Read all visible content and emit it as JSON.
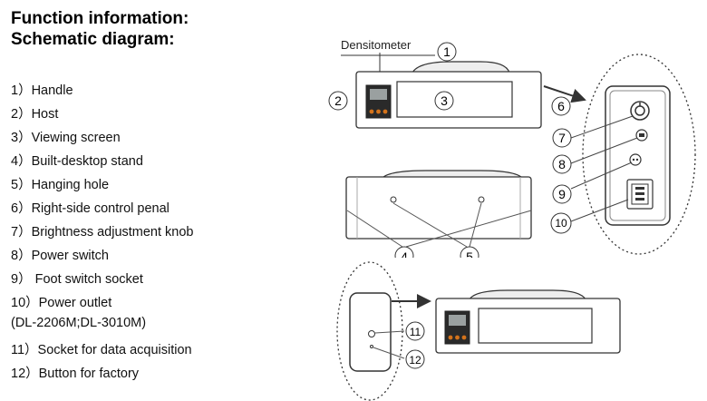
{
  "heading": {
    "line1": "Function information:",
    "line2": "Schematic diagram:"
  },
  "items": [
    "1）Handle",
    "2）Host",
    "3）Viewing screen",
    "4）Built-desktop stand",
    "5）Hanging hole",
    "6）Right-side control penal",
    "7）Brightness adjustment knob",
    "8）Power switch",
    "9）  Foot switch socket",
    "10）Power outlet",
    "(DL-2206M;DL-3010M)",
    "11）Socket for data acquisition",
    "12）Button for factory"
  ],
  "diagram": {
    "densitometer_label": "Densitometer",
    "callouts": [
      "1",
      "2",
      "3",
      "4",
      "5",
      "6",
      "7",
      "8",
      "9",
      "10",
      "11",
      "12"
    ]
  }
}
